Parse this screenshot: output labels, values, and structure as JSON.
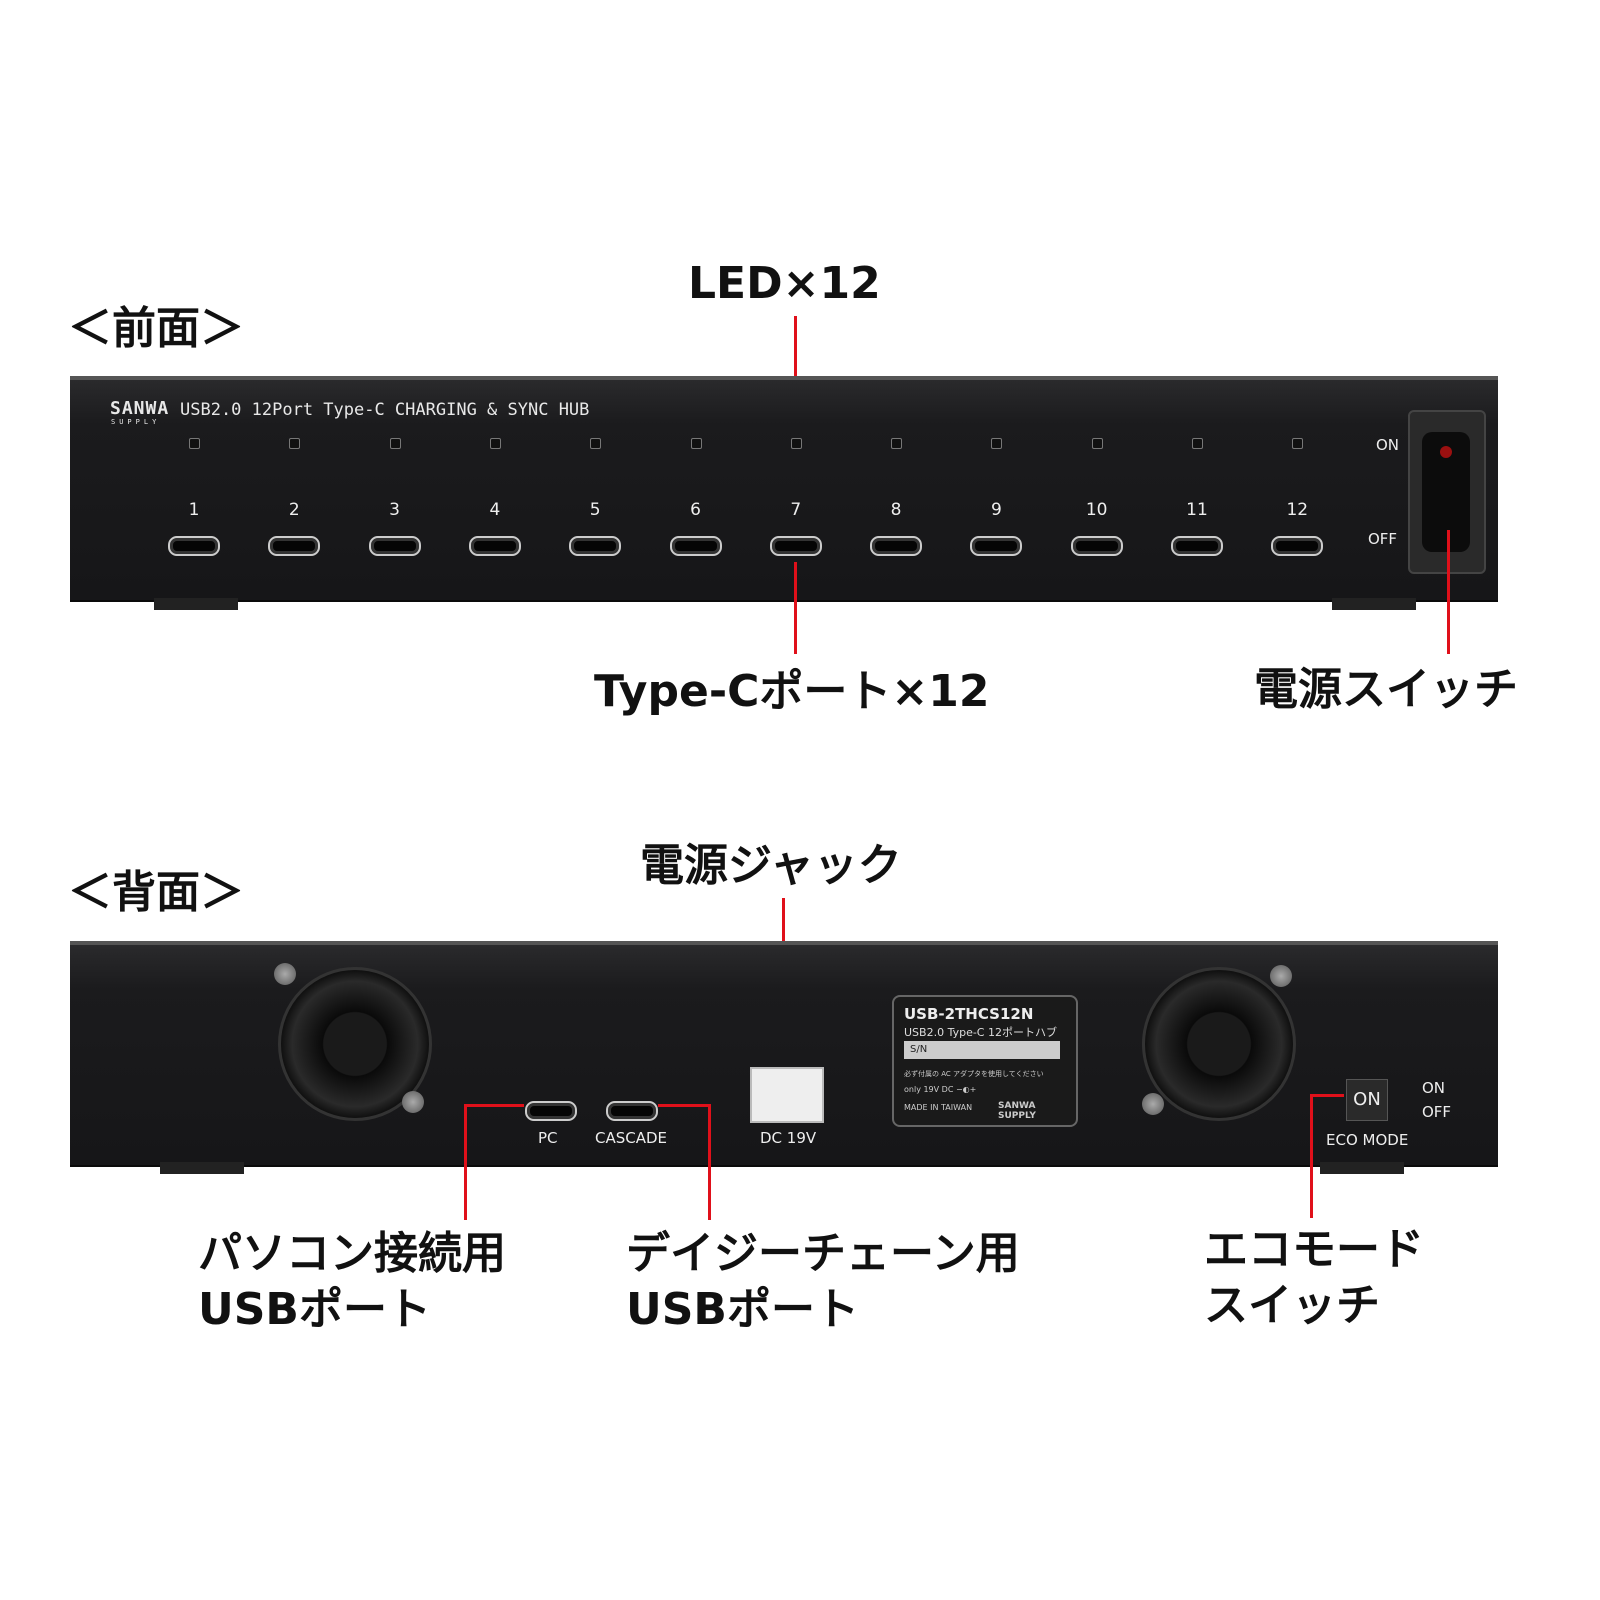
{
  "front": {
    "heading": "＜前面＞",
    "brand": "SANWA",
    "brand_sub": "SUPPLY",
    "product_name": "USB2.0 12Port Type-C CHARGING & SYNC HUB",
    "ports": [
      "1",
      "2",
      "3",
      "4",
      "5",
      "6",
      "7",
      "8",
      "9",
      "10",
      "11",
      "12"
    ],
    "switch_on": "ON",
    "switch_off": "OFF",
    "callouts": {
      "led": "LED×12",
      "ports": "Type-Cポート×12",
      "power_switch": "電源スイッチ"
    }
  },
  "rear": {
    "heading": "＜背面＞",
    "port_pc": "PC",
    "port_cascade": "CASCADE",
    "dc": "DC 19V",
    "label": {
      "model": "USB-2THCS12N",
      "desc": "USB2.0 Type-C 12ポートハブ",
      "sn": "S/N",
      "note": "必ず付属の AC アダプタを使用してください",
      "power": "only 19V DC  −◐+",
      "made": "MADE IN TAIWAN",
      "brand": "SANWA SUPPLY"
    },
    "eco_button": "ON",
    "eco_on": "ON",
    "eco_off": "OFF",
    "eco_label": "ECO MODE",
    "callouts": {
      "dc_jack": "電源ジャック",
      "pc_port_1": "パソコン接続用",
      "pc_port_2": "USBポート",
      "cascade_1": "デイジーチェーン用",
      "cascade_2": "USBポート",
      "eco_1": "エコモード",
      "eco_2": "スイッチ"
    }
  }
}
